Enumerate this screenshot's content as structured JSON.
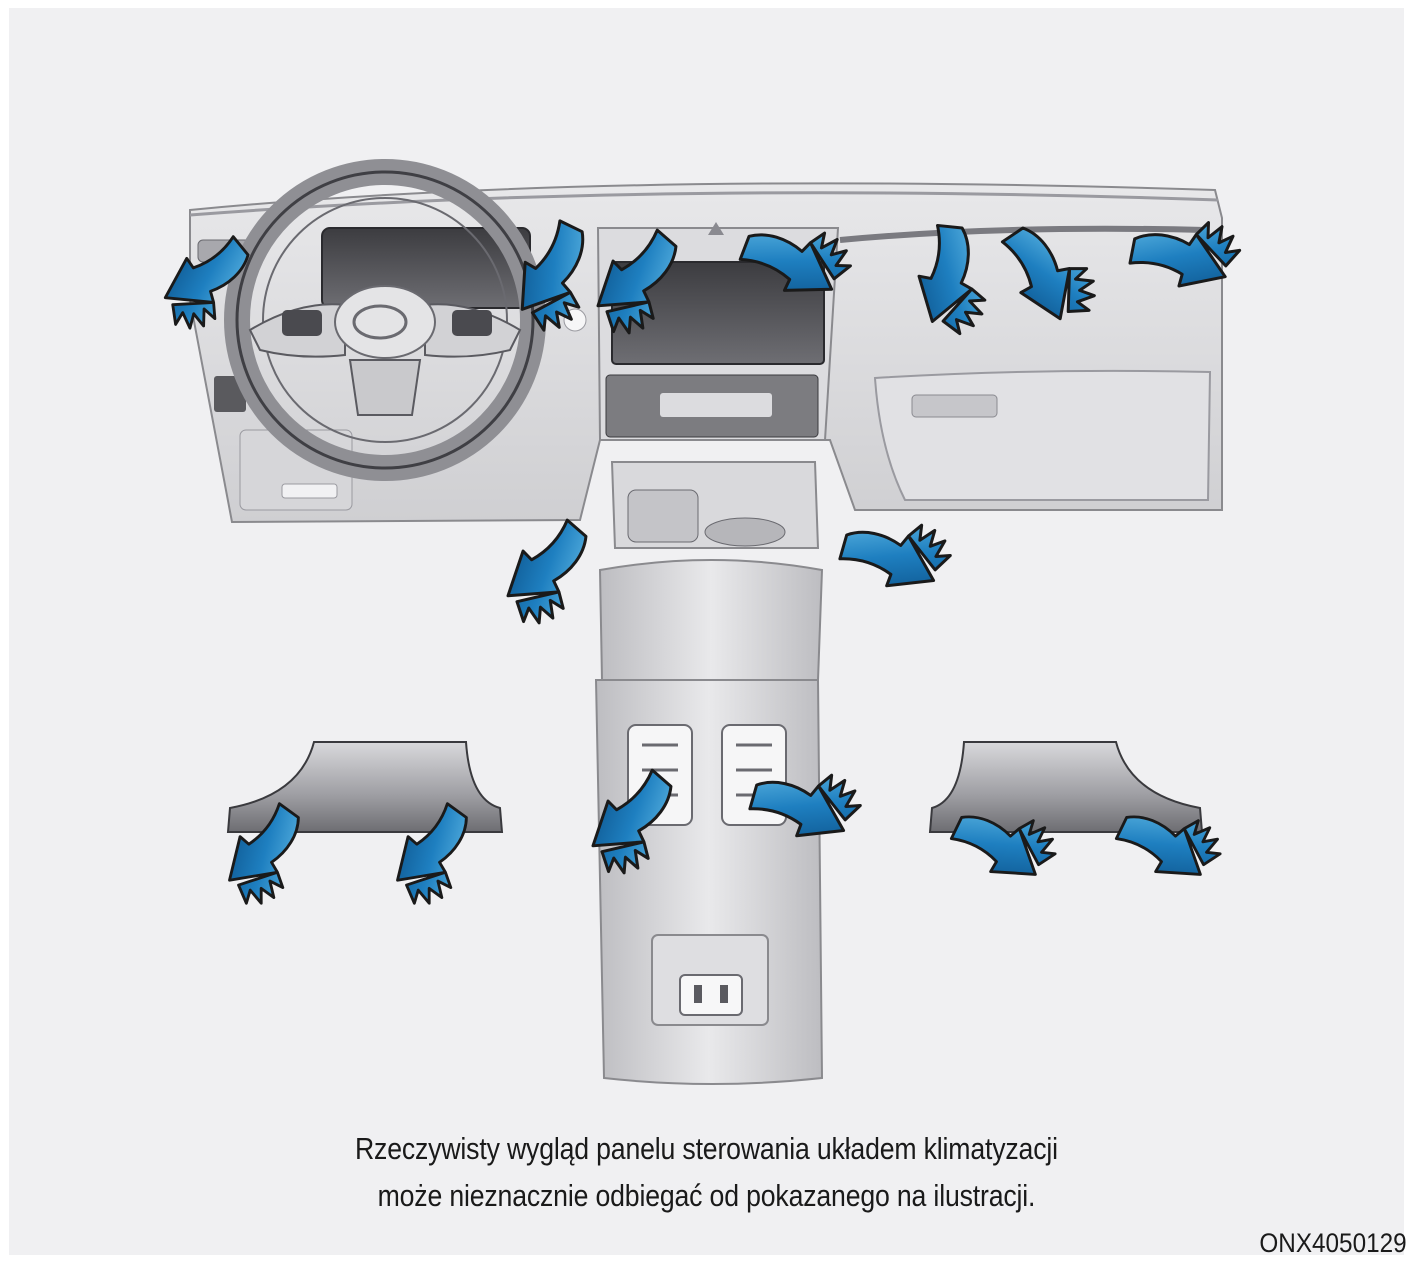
{
  "figure": {
    "caption_line1": "Rzeczywisty wygląd panelu sterowania układem klimatyzacji",
    "caption_line2": "może nieznacznie odbiegać od pokazanego na ilustracji.",
    "figure_code": "ONX4050129"
  },
  "colors": {
    "panel_bg": "#f0f0f2",
    "arrow_fill": "#1e7fc0",
    "arrow_light": "#5fc0ee",
    "outline": "#1a1a1a"
  },
  "arrows": [
    {
      "name": "arrow-dash-left-outer"
    },
    {
      "name": "arrow-dash-left-inner"
    },
    {
      "name": "arrow-center-left"
    },
    {
      "name": "arrow-center-right"
    },
    {
      "name": "arrow-dash-right-inner-1"
    },
    {
      "name": "arrow-dash-right-inner-2"
    },
    {
      "name": "arrow-dash-right-outer"
    },
    {
      "name": "arrow-floor-front-left"
    },
    {
      "name": "arrow-floor-front-right"
    },
    {
      "name": "arrow-rear-console-left"
    },
    {
      "name": "arrow-rear-console-right"
    },
    {
      "name": "arrow-rear-duct-left-1"
    },
    {
      "name": "arrow-rear-duct-left-2"
    },
    {
      "name": "arrow-rear-duct-right-1"
    },
    {
      "name": "arrow-rear-duct-right-2"
    }
  ]
}
